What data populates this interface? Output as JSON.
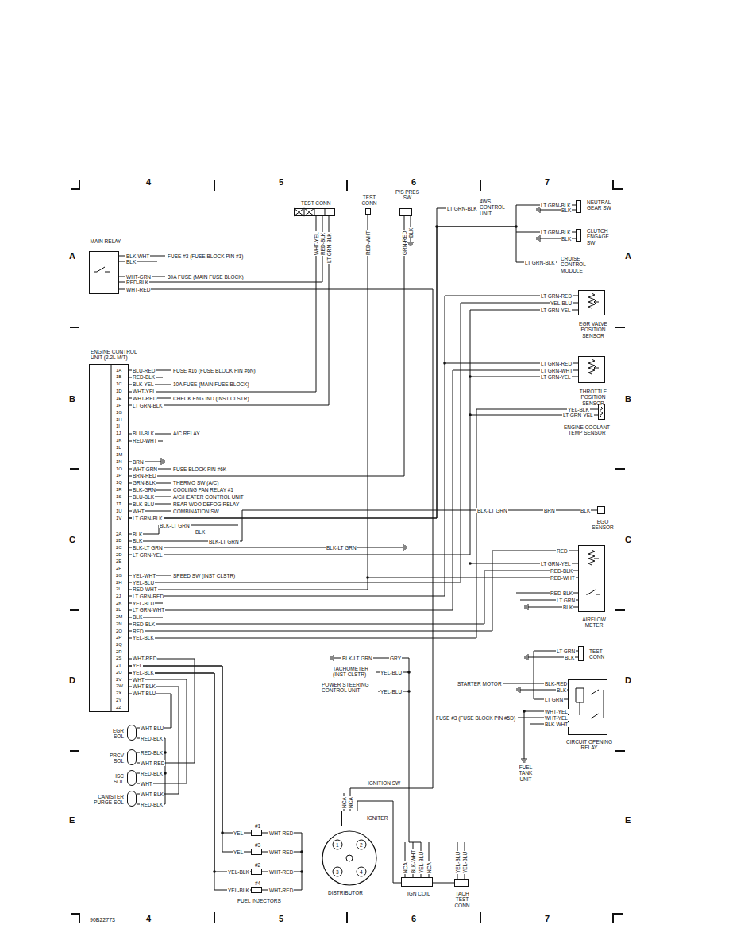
{
  "diagram": {
    "nodes": [
      {
        "text": [
          "TEST CONN"
        ]
      },
      {
        "text": [
          "TEST CONN"
        ]
      },
      {
        "text": [
          "P/S PRES SW"
        ]
      },
      {
        "text": [
          "NEUTRAL GEAR SW"
        ]
      },
      {
        "text": [
          "CLUTCH ENGAGE SW"
        ]
      },
      {
        "text": [
          "MAIN RELAY"
        ]
      },
      {
        "text": [
          "EGR VALVE POSITION SENSOR"
        ]
      },
      {
        "text": [
          "ENGINE CONTROL UNIT (2.2L M/T)"
        ]
      },
      {
        "text": [
          "THROTTLE POSITION SENSOR"
        ]
      },
      {
        "text": [
          "ENGINE COOLANT TEMP SENSOR"
        ]
      },
      {
        "text": [
          "EGO SENSOR"
        ]
      },
      {
        "text": [
          "AIRFLOW METER"
        ]
      },
      {
        "text": [
          "TEST CONN"
        ]
      },
      {
        "text": [
          "CIRCUIT OPENING RELAY"
        ]
      },
      {
        "text": [
          "EGR SOL"
        ]
      },
      {
        "text": [
          "PRCV SOL"
        ]
      },
      {
        "text": [
          "ISC SOL"
        ]
      },
      {
        "text": [
          "CANISTER PURGE SOL"
        ]
      },
      {
        "text": [
          "#1"
        ]
      },
      {
        "text": [
          "#3"
        ]
      },
      {
        "text": [
          "#2"
        ]
      },
      {
        "text": [
          "#4"
        ]
      },
      {
        "text": [
          "IGNITER"
        ]
      },
      {
        "text": [
          "DISTRIBUTOR"
        ]
      },
      {
        "text": [
          "IGN COIL"
        ]
      },
      {
        "text": [
          "TACH TEST CONN"
        ]
      }
    ],
    "edges": [
      {
        "from": 7,
        "to": 6,
        "arrow": "none"
      },
      {
        "from": 7,
        "to": 8,
        "arrow": "none"
      },
      {
        "from": 7,
        "to": 9,
        "arrow": "none"
      },
      {
        "from": 7,
        "to": 10,
        "arrow": "none"
      },
      {
        "from": 7,
        "to": 11,
        "arrow": "none"
      },
      {
        "from": 7,
        "to": 0,
        "arrow": "none"
      },
      {
        "from": 7,
        "to": 1,
        "arrow": "none"
      },
      {
        "from": 7,
        "to": 2,
        "arrow": "none"
      },
      {
        "from": 7,
        "to": 3,
        "arrow": "none"
      },
      {
        "from": 7,
        "to": 4,
        "arrow": "none"
      },
      {
        "from": 7,
        "to": 14,
        "arrow": "none"
      },
      {
        "from": 7,
        "to": 15,
        "arrow": "none"
      },
      {
        "from": 7,
        "to": 16,
        "arrow": "none"
      },
      {
        "from": 7,
        "to": 17,
        "arrow": "none"
      },
      {
        "from": 7,
        "to": 18,
        "arrow": "none"
      },
      {
        "from": 7,
        "to": 19,
        "arrow": "none"
      },
      {
        "from": 7,
        "to": 20,
        "arrow": "none"
      },
      {
        "from": 7,
        "to": 21,
        "arrow": "none"
      },
      {
        "from": 22,
        "to": 24,
        "arrow": "none"
      },
      {
        "from": 13,
        "to": 12,
        "arrow": "none"
      },
      {
        "from": 24,
        "to": 25,
        "arrow": "none"
      }
    ],
    "labels": [
      "4",
      "5",
      "6",
      "7",
      "A",
      "A",
      "B",
      "B",
      "C",
      "C",
      "D",
      "D",
      "E",
      "E",
      "90B22773",
      "4",
      "5",
      "6",
      "7",
      "1A",
      "1B",
      "1C",
      "1D",
      "1E",
      "1F",
      "1G",
      "1H",
      "1I",
      "1J",
      "1K",
      "1L",
      "1M",
      "1N",
      "1O",
      "1P",
      "1Q",
      "1R",
      "1S",
      "1T",
      "1U",
      "1V",
      "2A",
      "2B",
      "2C",
      "2D",
      "2E",
      "2F",
      "2G",
      "2H",
      "2I",
      "2J",
      "2K",
      "2L",
      "2M",
      "2N",
      "2O",
      "2P",
      "2Q",
      "2R",
      "2S",
      "2T",
      "2U",
      "2V",
      "2W",
      "2X",
      "2Y",
      "2Z",
      "BLU-RED",
      "RED-BLK",
      "BLK-YEL",
      "WHT-YEL",
      "WHT-RED",
      "LT GRN-BLK",
      "BLU-BLK",
      "RED-WHT",
      "BRN",
      "WHT-GRN",
      "BRN-RED",
      "GRN-BLK",
      "BLK-GRN",
      "BLU-BLK",
      "BLK-BLU",
      "WHT",
      "LT GRN-BLK",
      "BLK",
      "BLK",
      "BLK-LT GRN",
      "LT GRN-YEL",
      "YEL-WHT",
      "YEL-BLU",
      "RED-WHT",
      "LT GRN-RED",
      "YEL-BLU",
      "LT GRN-WHT",
      "BLK",
      "RED-BLK",
      "RED",
      "YEL-BLK",
      "WHT-RED",
      "YEL",
      "YEL-BLK",
      "WHT",
      "WHT-BLK",
      "WHT-BLU",
      "FUSE #16 (FUSE BLOCK PIN #6N)",
      "10A FUSE (MAIN FUSE BLOCK)",
      "CHECK ENG IND (INST CLSTR)",
      "A/C RELAY",
      "FUSE BLOCK PIN #6K",
      "THERMO SW (A/C)",
      "COOLING FAN RELAY #1",
      "A/C/HEATER CONTROL UNIT",
      "REAR WDO DEFOG RELAY",
      "COMBINATION SW",
      "SPEED SW (INST CLSTR)",
      "BLK-WHT",
      "BLK",
      "FUSE #3 (FUSE BLOCK PIN #1)",
      "WHT-GRN",
      "RED-BLK",
      "30A FUSE (MAIN FUSE BLOCK)",
      "WHT-RED",
      "WHT-YEL",
      "RED-BLK",
      "LT GRN-BLK",
      "RED-WHT",
      "GRN-RED",
      "BLK",
      "LT GRN-BLK",
      "4WS CONTROL UNIT",
      "LT GRN-BLK",
      "BLK",
      "LT GRN-BLK",
      "BLK",
      "LT GRN-BLK",
      "CRUISE CONTROL MODULE",
      "LT GRN-RED",
      "YEL-BLU",
      "LT GRN-YEL",
      "LT GRN-RED",
      "LT GRN-WHT",
      "LT GRN-YEL",
      "YEL-BLK",
      "LT GRN-YEL",
      "BLK-LT GRN",
      "BLK",
      "BLK-LT GRN",
      "BLK-LT GRN",
      "BLK-LT GRN",
      "BRN",
      "BLK",
      "RED",
      "LT GRN-YEL",
      "RED-BLK",
      "RED-WHT",
      "RED-BLK",
      "LT GRN",
      "BLK",
      "LT GRN",
      "BLK",
      "BLK-LT GRN",
      "GRY",
      "TACHOMETER (INST CLSTR)",
      "YEL-BLU",
      "POWER STEERING CONTROL UNIT",
      "YEL-BLU",
      "STARTER MOTOR",
      "BLK-RED",
      "BLK",
      "LT GRN",
      "WHT-YEL",
      "WHT-YEL",
      "BLK-WHT",
      "FUSE #3 (FUSE BLOCK PIN #5D)",
      "FUEL TANK UNIT",
      "WHT-BLU",
      "RED-BLK",
      "RED-BLK",
      "WHT-RED",
      "RED-BLK",
      "WHT",
      "WHT-BLK",
      "RED-BLK",
      "YEL",
      "WHT-RED",
      "YEL",
      "WHT-RED",
      "YEL-BLK",
      "WHT-RED",
      "YEL-BLK",
      "WHT-RED",
      "FUEL INJECTORS",
      "IGNITION SW",
      "NCA",
      "NCA",
      "1",
      "2",
      "3",
      "4",
      "NCA",
      "BLK-WHT",
      "YEL-BLU",
      "NCA",
      "YEL-BLU",
      "YEL-BLU"
    ]
  }
}
